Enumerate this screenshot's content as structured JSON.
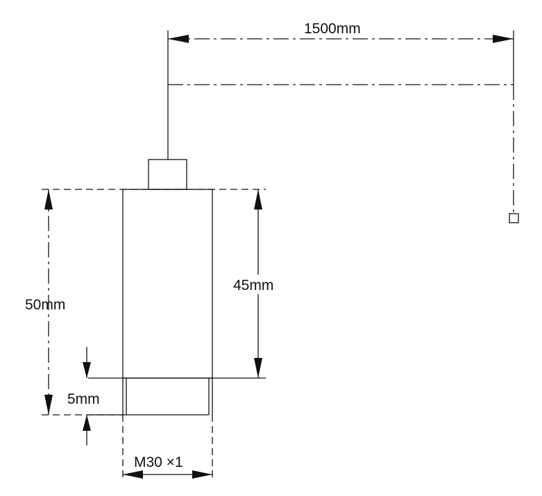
{
  "labels": {
    "cable_length": "1500mm",
    "overall_height": "50mm",
    "body_height": "45mm",
    "thread_height": "5mm",
    "thread_spec": "M30 ×1"
  },
  "colors": {
    "line": "#111111",
    "background": "#ffffff"
  }
}
